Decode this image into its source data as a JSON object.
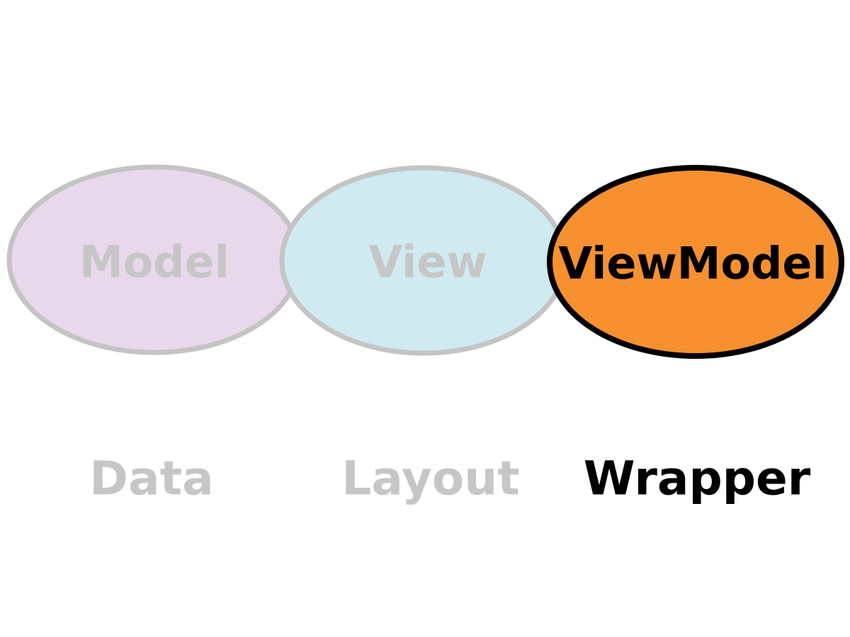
{
  "nodes": [
    {
      "id": "model",
      "label": "Model",
      "caption": "Data",
      "fill": "#e8d8ec",
      "stroke": "#c4c4c4",
      "text_color": "#c6c6c6",
      "highlighted": false
    },
    {
      "id": "view",
      "label": "View",
      "caption": "Layout",
      "fill": "#cfeaf0",
      "stroke": "#c4c4c4",
      "text_color": "#c6c6c6",
      "highlighted": false
    },
    {
      "id": "viewmodel",
      "label": "ViewModel",
      "caption": "Wrapper",
      "fill": "#f7902f",
      "stroke": "#000000",
      "text_color": "#000000",
      "highlighted": true
    }
  ]
}
